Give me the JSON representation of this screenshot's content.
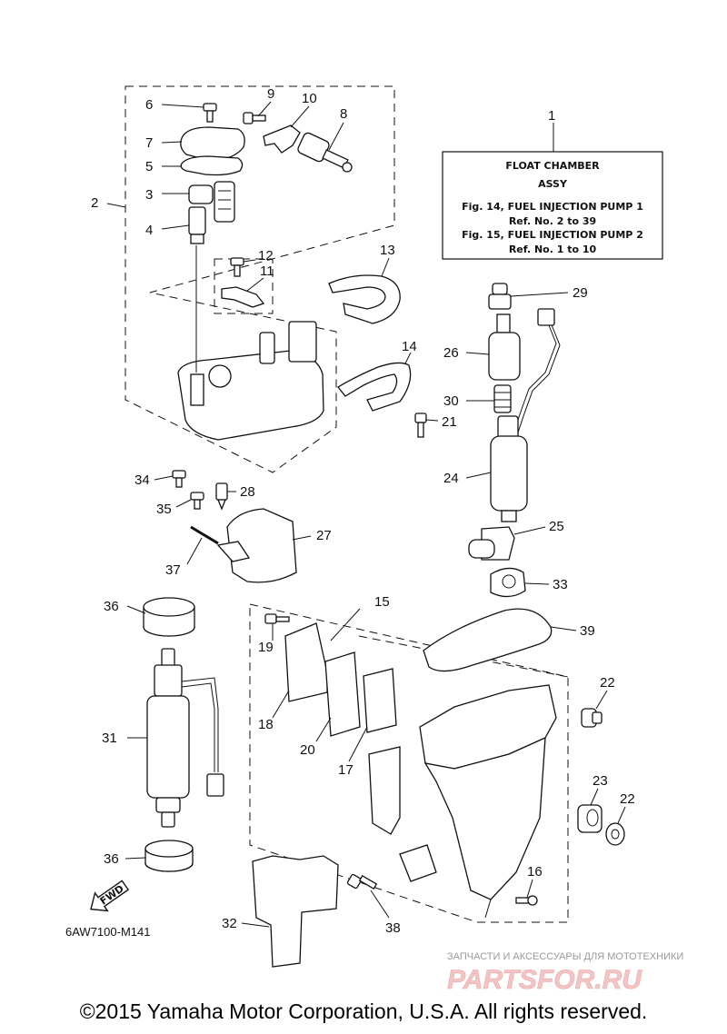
{
  "diagram": {
    "info_box": {
      "ref_number": "1",
      "line1": "FLOAT CHAMBER",
      "line2": "ASSY",
      "line3": "Fig. 14, FUEL INJECTION PUMP 1",
      "line4": "Ref. No. 2 to 39",
      "line5": "Fig. 15, FUEL INJECTION PUMP 2",
      "line6": "Ref. No. 1 to 10"
    },
    "callouts": [
      "1",
      "2",
      "3",
      "4",
      "5",
      "6",
      "7",
      "8",
      "9",
      "10",
      "11",
      "12",
      "13",
      "14",
      "15",
      "16",
      "17",
      "18",
      "19",
      "20",
      "21",
      "22",
      "22",
      "23",
      "24",
      "25",
      "26",
      "27",
      "28",
      "29",
      "30",
      "31",
      "32",
      "33",
      "34",
      "35",
      "36",
      "36",
      "37",
      "38",
      "39"
    ],
    "fwd_label": "FWD",
    "part_number": "6AW7100-M141",
    "watermark_top": "ЗАПЧАСТИ И АКСЕССУАРЫ ДЛЯ МОТОТЕХНИКИ",
    "watermark_logo": "PARTSFOR.RU",
    "copyright": "©2015 Yamaha Motor Corporation, U.S.A. All rights reserved."
  }
}
